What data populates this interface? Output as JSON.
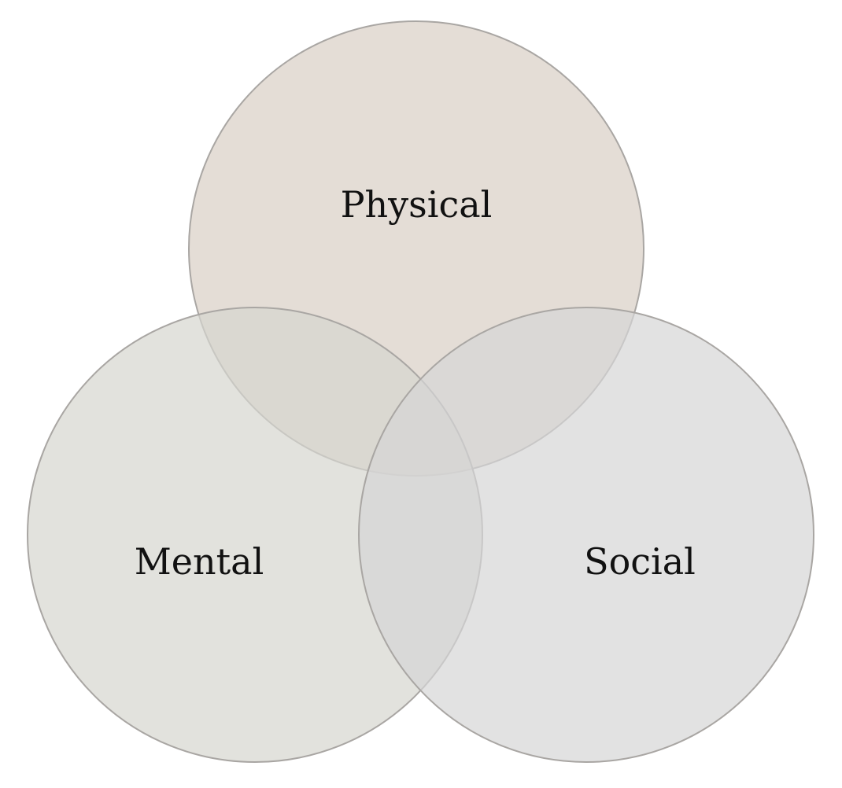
{
  "diagram": {
    "type": "venn",
    "sets": [
      {
        "id": "physical",
        "label": "Physical",
        "color": "#d8cfc4"
      },
      {
        "id": "mental",
        "label": "Mental",
        "color": "#d6d6ce"
      },
      {
        "id": "social",
        "label": "Social",
        "color": "#d6d6d6"
      }
    ],
    "stroke_color": "#a9a6a3"
  }
}
